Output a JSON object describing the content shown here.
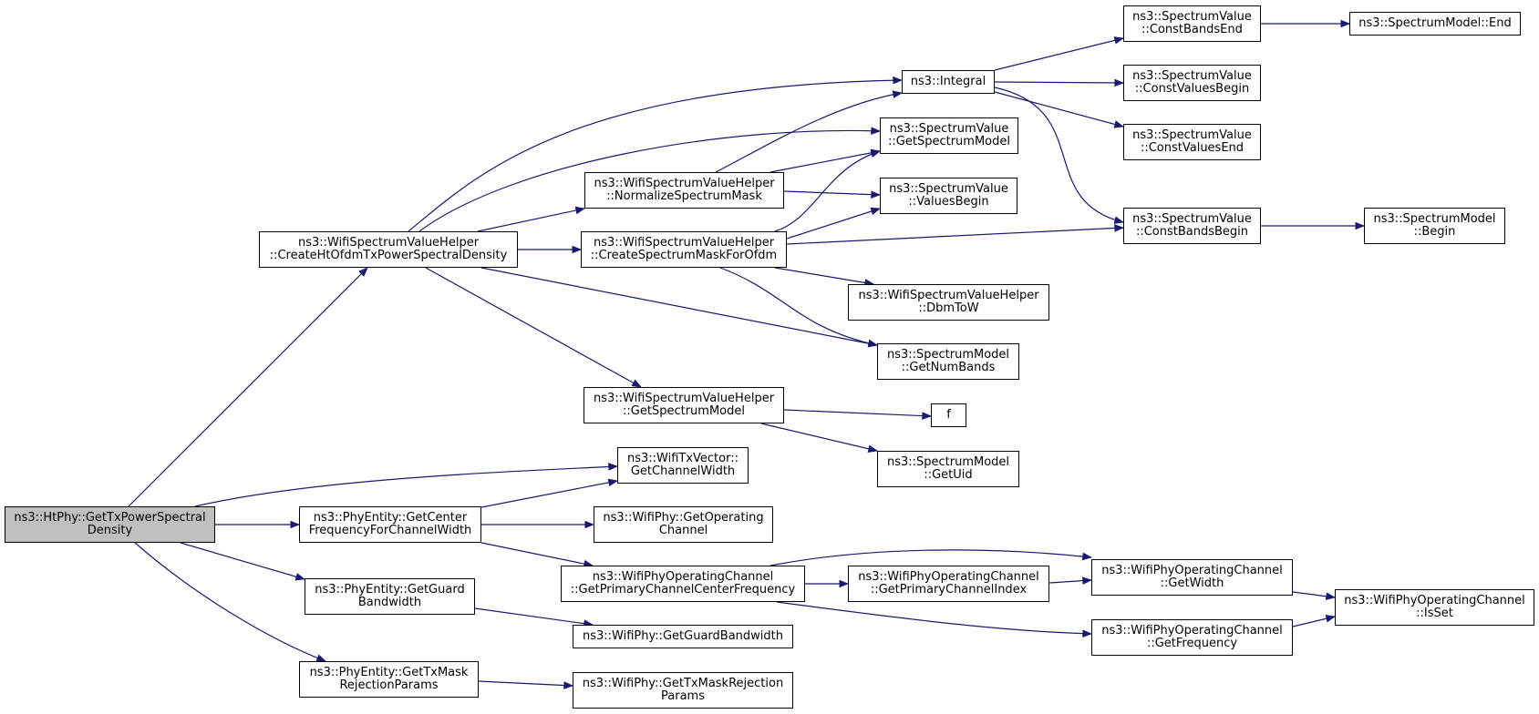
{
  "colors": {
    "edge": "#191970",
    "root_fill": "#bfbfbf",
    "node_fill": "#ffffff",
    "border": "#000000"
  },
  "nodes": {
    "root": {
      "l1": "ns3::HtPhy::GetTxPowerSpectral",
      "l2": "Density"
    },
    "create_ht": {
      "l1": "ns3::WifiSpectrumValueHelper",
      "l2": "::CreateHtOfdmTxPowerSpectralDensity"
    },
    "integral": {
      "l1": "ns3::Integral"
    },
    "sv_getmodel": {
      "l1": "ns3::SpectrumValue",
      "l2": "::GetSpectrumModel"
    },
    "normalize": {
      "l1": "ns3::WifiSpectrumValueHelper",
      "l2": "::NormalizeSpectrumMask"
    },
    "values_begin": {
      "l1": "ns3::SpectrumValue",
      "l2": "::ValuesBegin"
    },
    "create_mask": {
      "l1": "ns3::WifiSpectrumValueHelper",
      "l2": "::CreateSpectrumMaskForOfdm"
    },
    "dbmtow": {
      "l1": "ns3::WifiSpectrumValueHelper",
      "l2": "::DbmToW"
    },
    "numbands": {
      "l1": "ns3::SpectrumModel",
      "l2": "::GetNumBands"
    },
    "wsvh_getmodel": {
      "l1": "ns3::WifiSpectrumValueHelper",
      "l2": "::GetSpectrumModel"
    },
    "f": {
      "l1": "f"
    },
    "getuid": {
      "l1": "ns3::SpectrumModel",
      "l2": "::GetUid"
    },
    "const_bands_end": {
      "l1": "ns3::SpectrumValue",
      "l2": "::ConstBandsEnd"
    },
    "sm_end": {
      "l1": "ns3::SpectrumModel::End"
    },
    "const_values_begin": {
      "l1": "ns3::SpectrumValue",
      "l2": "::ConstValuesBegin"
    },
    "const_values_end": {
      "l1": "ns3::SpectrumValue",
      "l2": "::ConstValuesEnd"
    },
    "const_bands_begin": {
      "l1": "ns3::SpectrumValue",
      "l2": "::ConstBandsBegin"
    },
    "sm_begin": {
      "l1": "ns3::SpectrumModel",
      "l2": "::Begin"
    },
    "txvector_width": {
      "l1": "ns3::WifiTxVector::",
      "l2": "GetChannelWidth"
    },
    "center_freq": {
      "l1": "ns3::PhyEntity::GetCenter",
      "l2": "FrequencyForChannelWidth"
    },
    "get_operating": {
      "l1": "ns3::WifiPhy::GetOperating",
      "l2": "Channel"
    },
    "primary_center": {
      "l1": "ns3::WifiPhyOperatingChannel",
      "l2": "::GetPrimaryChannelCenterFrequency"
    },
    "primary_index": {
      "l1": "ns3::WifiPhyOperatingChannel",
      "l2": "::GetPrimaryChannelIndex"
    },
    "oc_width": {
      "l1": "ns3::WifiPhyOperatingChannel",
      "l2": "::GetWidth"
    },
    "oc_isset": {
      "l1": "ns3::WifiPhyOperatingChannel",
      "l2": "::IsSet"
    },
    "oc_frequency": {
      "l1": "ns3::WifiPhyOperatingChannel",
      "l2": "::GetFrequency"
    },
    "guard_bw": {
      "l1": "ns3::PhyEntity::GetGuard",
      "l2": "Bandwidth"
    },
    "wifiphy_guard": {
      "l1": "ns3::WifiPhy::GetGuardBandwidth"
    },
    "txmask": {
      "l1": "ns3::PhyEntity::GetTxMask",
      "l2": "RejectionParams"
    },
    "wifiphy_txmask": {
      "l1": "ns3::WifiPhy::GetTxMaskRejection",
      "l2": "Params"
    }
  }
}
